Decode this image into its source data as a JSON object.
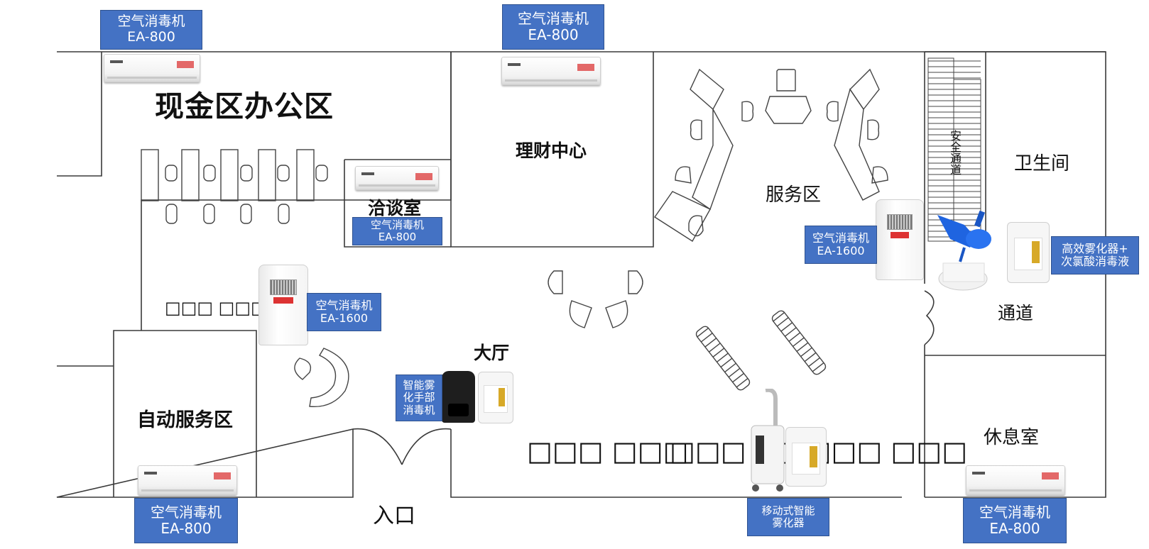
{
  "rooms": {
    "cash_office": "现金区办公区",
    "finance_center": "理财中心",
    "negotiation_room": "洽谈室",
    "service_area": "服务区",
    "safety_exit": "安全通道",
    "restroom": "卫生间",
    "passage": "通道",
    "lounge": "休息室",
    "hall": "大厅",
    "self_service": "自动服务区",
    "entrance": "入口",
    "unreadable_1": "□□□ □□□",
    "unreadable_2": "□□□ □□□",
    "unreadable_3": "□□□ □□□□□ □□□"
  },
  "devices": {
    "ac_top_left": {
      "name": "空气消毒机",
      "model": "EA-800"
    },
    "ac_top_center": {
      "name": "空气消毒机",
      "model": "EA-800"
    },
    "ac_negotiation": {
      "name": "空气消毒机",
      "model": "EA-800"
    },
    "tower_left": {
      "name": "空气消毒机",
      "model": "EA-1600"
    },
    "tower_right": {
      "name": "空气消毒机",
      "model": "EA-1600"
    },
    "hand_disinfector": {
      "line1": "智能雾",
      "line2": "化手部",
      "line3": "消毒机"
    },
    "atomizer": {
      "line1": "高效雾化器+",
      "line2": "次氯酸消毒液"
    },
    "mobile_atomizer": {
      "line1": "移动式智能",
      "line2": "雾化器"
    },
    "ac_bottom_left": {
      "name": "空气消毒机",
      "model": "EA-800"
    },
    "ac_bottom_right": {
      "name": "空气消毒机",
      "model": "EA-800"
    }
  },
  "colors": {
    "label_bg": "#4472c4",
    "wall": "#3a3a3a"
  }
}
